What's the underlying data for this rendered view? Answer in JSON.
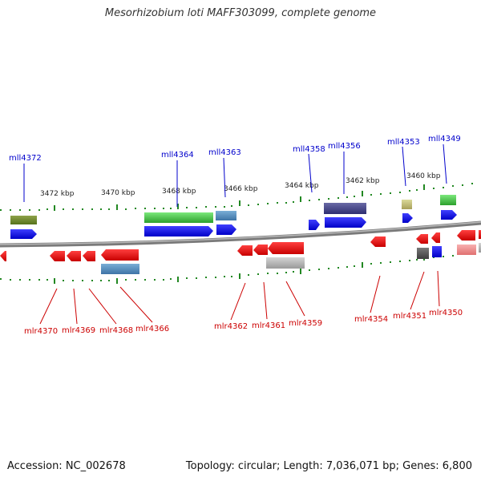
{
  "title": "Mesorhizobium loti MAFF303099, complete genome",
  "accession": "Accession: NC_002678",
  "summary": "Topology: circular; Length: 7,036,071 bp; Genes: 6,800",
  "kbp_ticks": [
    "3472 kbp",
    "3470 kbp",
    "3468 kbp",
    "3466 kbp",
    "3464 kbp",
    "3462 kbp",
    "3460 kbp"
  ],
  "top_labels": [
    "mll4372",
    "mll4364",
    "mll4363",
    "mll4358",
    "mll4356",
    "mll4353",
    "mll4349"
  ],
  "bottom_labels": [
    "mlr4370",
    "mlr4369",
    "mlr4368",
    "mlr4366",
    "mlr4362",
    "mlr4361",
    "mlr4359",
    "mlr4354",
    "mlr4351",
    "mlr4350"
  ],
  "colors": {
    "forward_gene": "#0000ee",
    "reverse_gene": "#ee0000",
    "top_label": "#0000cc",
    "bottom_label": "#cc0000",
    "backbone": "#888888",
    "tick": "#228822"
  }
}
